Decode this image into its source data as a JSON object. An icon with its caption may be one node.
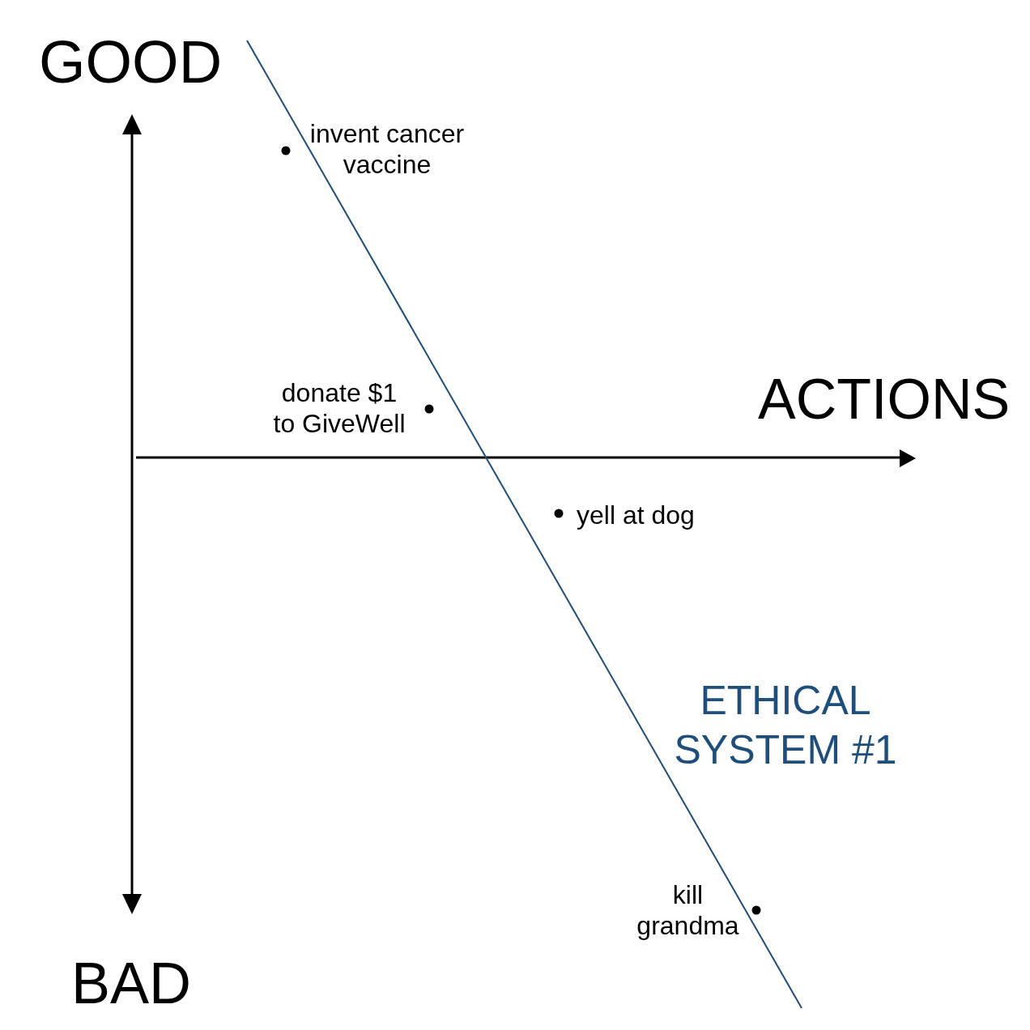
{
  "diagram": {
    "labels": [
      "GOOD",
      "invent cancer vaccine",
      "donate $1 to GiveWell",
      "ACTIONS",
      "yell at dog",
      "ETHICAL SYSTEM #1",
      "kill grandma",
      "BAD"
    ]
  }
}
